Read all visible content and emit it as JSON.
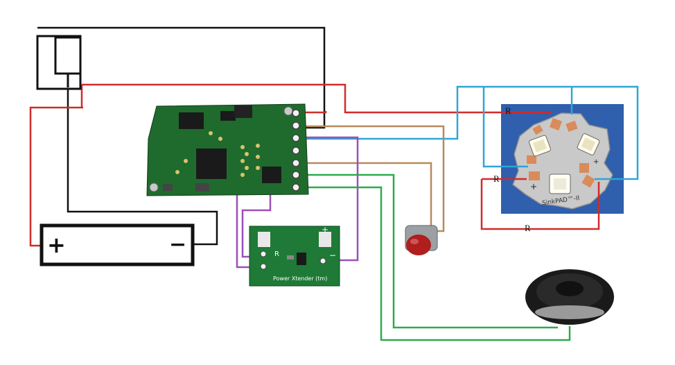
{
  "diagram": {
    "battery": {
      "plus": "+",
      "minus": "−"
    },
    "led_board": {
      "brand": "SinkPAD™-II"
    },
    "resistor_labels": [
      "R",
      "R",
      "R"
    ],
    "power_board": {
      "name": "Power Xtender (tm)",
      "pad_plus": "+",
      "pad_minus": "−",
      "resistor": "R"
    },
    "colors": {
      "red": "#d02b2b",
      "black": "#111111",
      "blue": "#2ea6d6",
      "brown": "#b68a5e",
      "purple": "#9b4fb8",
      "green": "#2eaa4a",
      "pcb_green": "#1f6b2e",
      "led_background": "#2f5fad"
    }
  }
}
